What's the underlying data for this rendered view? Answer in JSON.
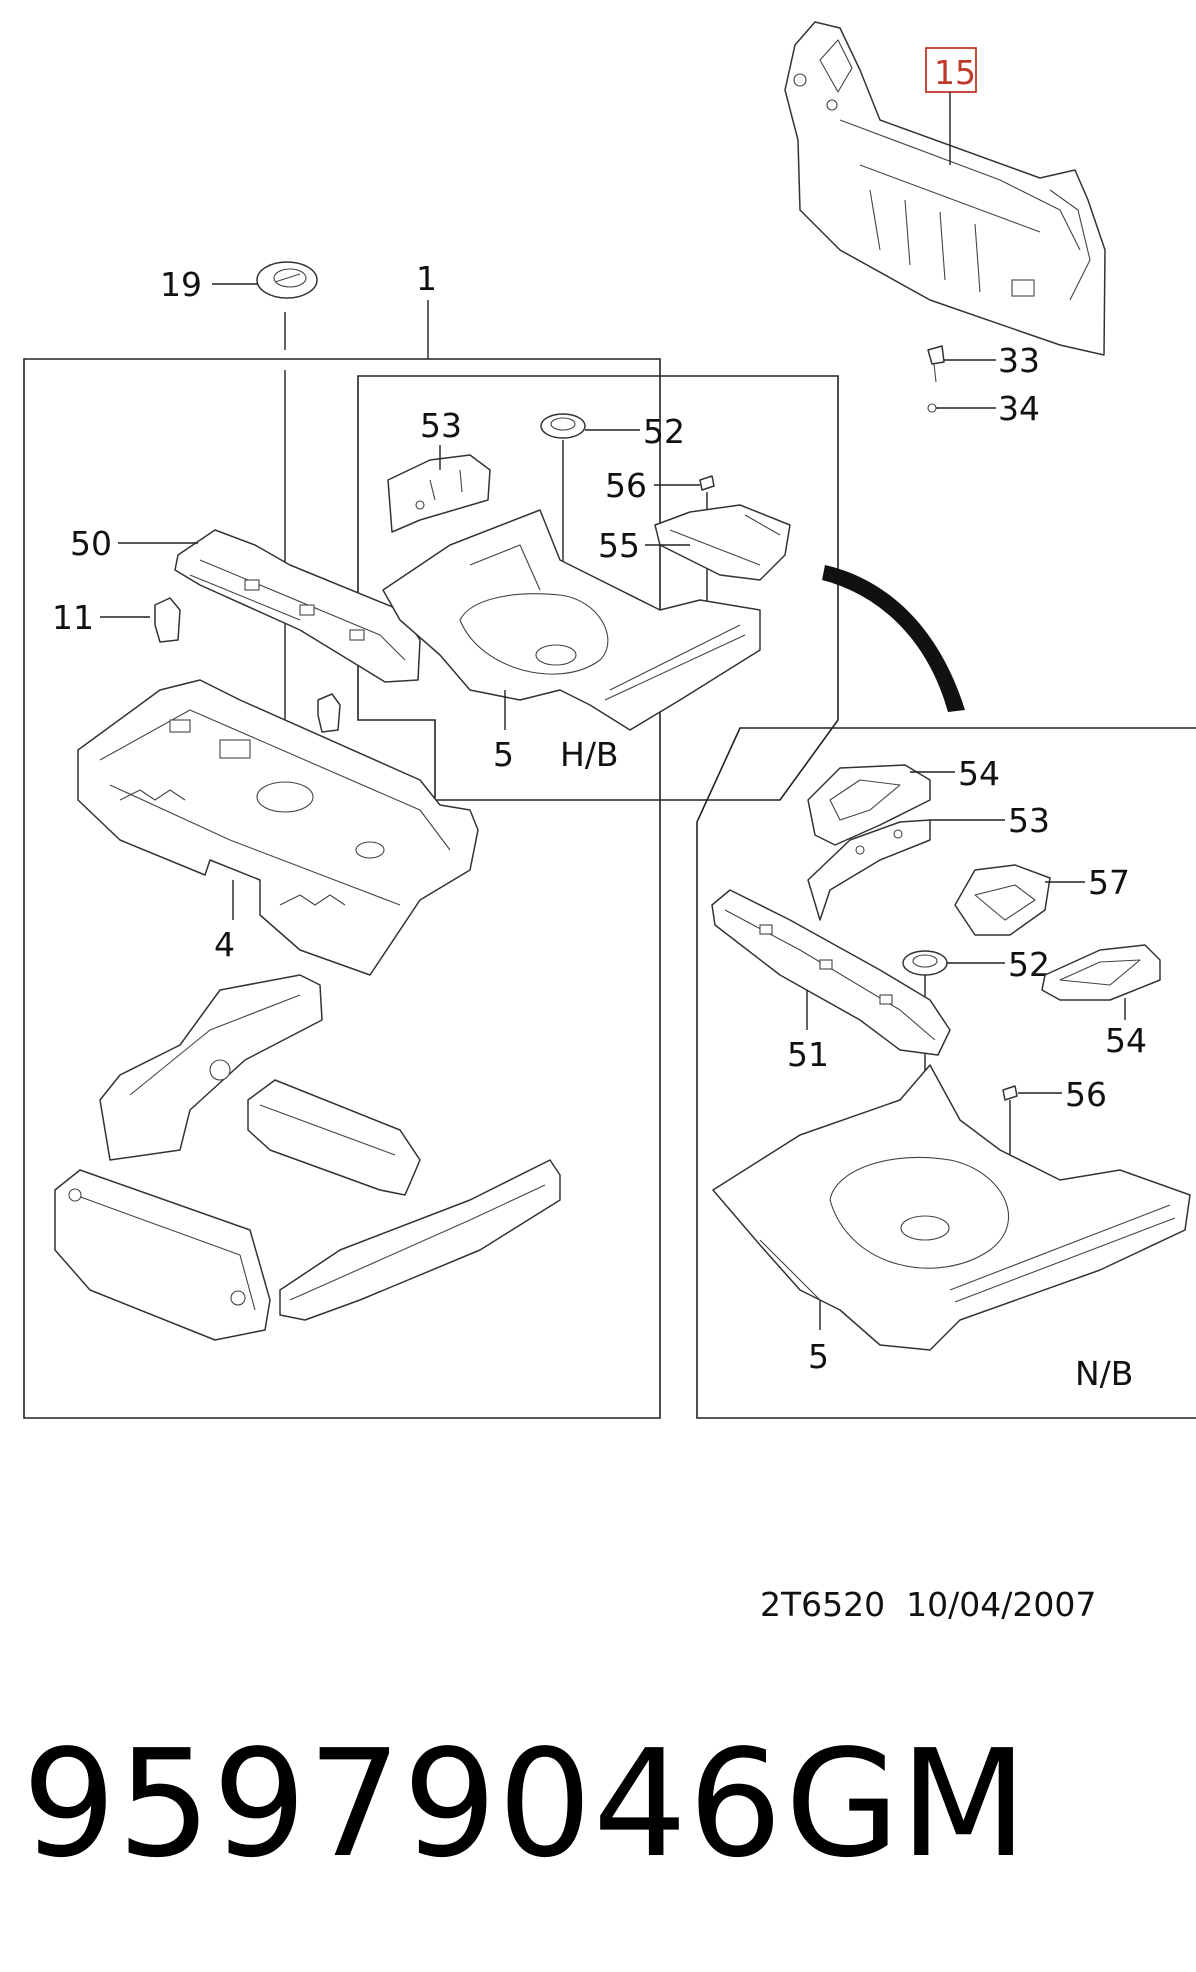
{
  "callouts": {
    "c15": "15",
    "c19": "19",
    "c1": "1",
    "c33": "33",
    "c34": "34",
    "c53a": "53",
    "c52a": "52",
    "c56a": "56",
    "c55": "55",
    "c50": "50",
    "c11": "11",
    "c5a": "5",
    "c4": "4",
    "c54a": "54",
    "c53b": "53",
    "c57": "57",
    "c52b": "52",
    "c54b": "54",
    "c51": "51",
    "c56b": "56",
    "c5b": "5"
  },
  "variants": {
    "hb": "H/B",
    "nb": "N/B"
  },
  "footer": {
    "drawing_code": "2T6520",
    "date": "10/04/2007"
  },
  "part_number": "95979046",
  "brand": "GM",
  "colors": {
    "highlight_box": "#c0392b",
    "line": "#222222"
  }
}
